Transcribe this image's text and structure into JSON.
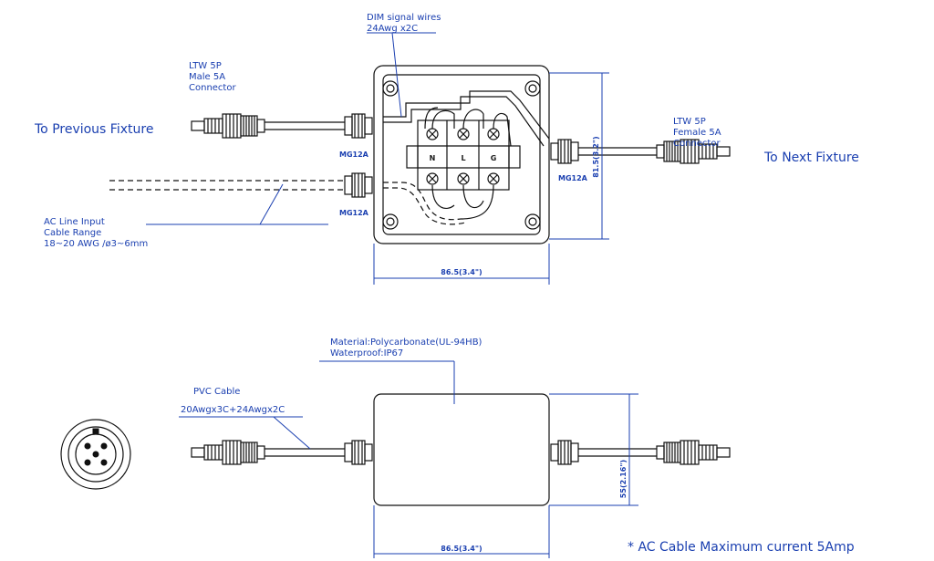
{
  "labels": {
    "dim_wires_1": "DIM signal wires",
    "dim_wires_2": "24Awg x2C",
    "male_1": "LTW 5P",
    "male_2": "Male 5A",
    "male_3": "Connector",
    "female_1": "LTW 5P",
    "female_2": "Female 5A",
    "female_3": "Connector",
    "to_previous": "To Previous Fixture",
    "to_next": "To Next Fixture",
    "mg_top": "MG12A",
    "mg_bottom": "MG12A",
    "mg_right": "MG12A",
    "ac_1": "AC Line Input",
    "ac_2": "Cable Range",
    "ac_3": "18~20 AWG /ø3~6mm",
    "term_n": "N",
    "term_l": "L",
    "term_g": "G",
    "dim_height_top": "81.5(3.2\")",
    "dim_width_top": "86.5(3.4\")",
    "material_1": "Material:Polycarbonate(UL-94HB)",
    "material_2": "Waterproof:IP67",
    "pvc_1": "PVC Cable",
    "pvc_2": "20Awgx3C+24Awgx2C",
    "dim_height_side": "55(2.16\")",
    "dim_width_side": "86.5(3.4\")",
    "note": "* AC Cable Maximum current 5Amp"
  },
  "colors": {
    "annotation": "#1a3fb0",
    "drawing": "#111111"
  }
}
